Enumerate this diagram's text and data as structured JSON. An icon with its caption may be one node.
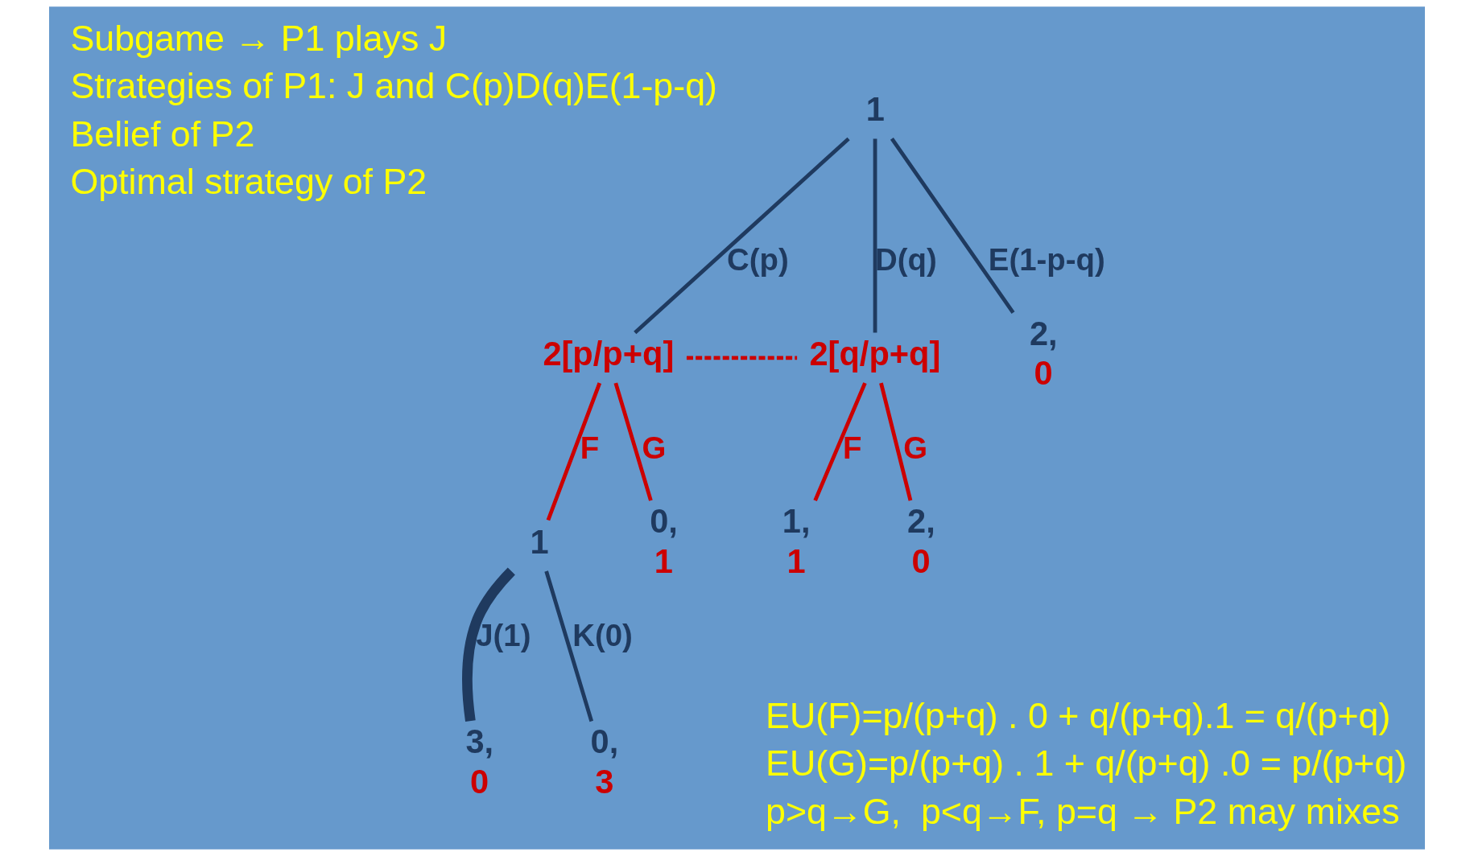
{
  "diagram": {
    "nodes": [
      {
        "text": [
          "1"
        ]
      },
      {
        "text": [
          "2[p/p+q]"
        ]
      },
      {
        "text": [
          "2[q/p+q]"
        ]
      },
      {
        "text": [
          "2,",
          "0"
        ]
      },
      {
        "text": [
          "1"
        ]
      },
      {
        "text": [
          "0,",
          "1"
        ]
      },
      {
        "text": [
          "1,",
          "1"
        ]
      },
      {
        "text": [
          "2,",
          "0"
        ]
      },
      {
        "text": [
          "3,",
          "0"
        ]
      },
      {
        "text": [
          "0,",
          "3"
        ]
      }
    ],
    "edges": [
      {
        "from": 0,
        "to": 1,
        "arrow": "none",
        "label": "C(p)"
      },
      {
        "from": 0,
        "to": 2,
        "arrow": "none",
        "label": "D(q)"
      },
      {
        "from": 0,
        "to": 3,
        "arrow": "none",
        "label": "E(1-p-q)"
      },
      {
        "from": 1,
        "to": 2,
        "arrow": "none",
        "style": "dashed",
        "color": "#cc0000"
      },
      {
        "from": 1,
        "to": 4,
        "arrow": "none",
        "label": "F",
        "color": "#cc0000"
      },
      {
        "from": 1,
        "to": 5,
        "arrow": "none",
        "label": "G",
        "color": "#cc0000"
      },
      {
        "from": 2,
        "to": 6,
        "arrow": "none",
        "label": "F",
        "color": "#cc0000"
      },
      {
        "from": 2,
        "to": 7,
        "arrow": "none",
        "label": "G",
        "color": "#cc0000"
      },
      {
        "from": 4,
        "to": 8,
        "arrow": "none",
        "label": "J(1)",
        "style": "thick"
      },
      {
        "from": 4,
        "to": 9,
        "arrow": "none",
        "label": "K(0)"
      }
    ],
    "labels": [
      "Subgame → P1 plays J",
      "Strategies of P1: J and C(p)D(q)E(1-p-q)",
      "Belief of P2",
      "Optimal strategy of P2",
      "EU(F)=p/(p+q) . 0 + q/(p+q).1 = q/(p+q)",
      "EU(G)=p/(p+q) . 1 + q/(p+q) .0 = p/(p+q)",
      "p>q→G,  p<q→F, p=q → P2 may mixes"
    ]
  }
}
